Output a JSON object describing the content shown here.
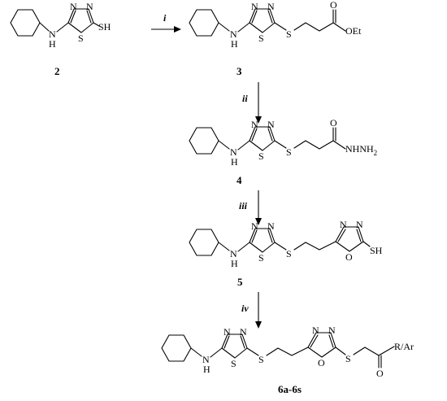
{
  "scheme": {
    "reagent_steps": [
      "i",
      "ii",
      "iii",
      "iv"
    ],
    "compounds": [
      {
        "id": "2",
        "labels": {
          "nh": "N",
          "h": "H",
          "n1": "N",
          "n2": "N",
          "s_ring": "S",
          "sh": "SH"
        }
      },
      {
        "id": "3",
        "labels": {
          "nh": "N",
          "h": "H",
          "n1": "N",
          "n2": "N",
          "s_ring": "S",
          "s_link": "S",
          "o": "O",
          "oet": "OEt"
        }
      },
      {
        "id": "4",
        "labels": {
          "nh": "N",
          "h": "H",
          "n1": "N",
          "n2": "N",
          "s_ring": "S",
          "s_link": "S",
          "o": "O",
          "hydrazide": "NHNH",
          "sub2": "2"
        }
      },
      {
        "id": "5",
        "labels": {
          "nh": "N",
          "h": "H",
          "n1": "N",
          "n2": "N",
          "s_ring": "S",
          "s_link": "S",
          "n3": "N",
          "n4": "N",
          "o_ring": "O",
          "sh": "SH"
        }
      },
      {
        "id": "6a-6s",
        "labels": {
          "nh": "N",
          "h": "H",
          "n1": "N",
          "n2": "N",
          "s_ring": "S",
          "s_link": "S",
          "n3": "N",
          "n4": "N",
          "o_ring": "O",
          "s_link2": "S",
          "o_keto": "O",
          "r": "R/Ar"
        }
      }
    ]
  }
}
